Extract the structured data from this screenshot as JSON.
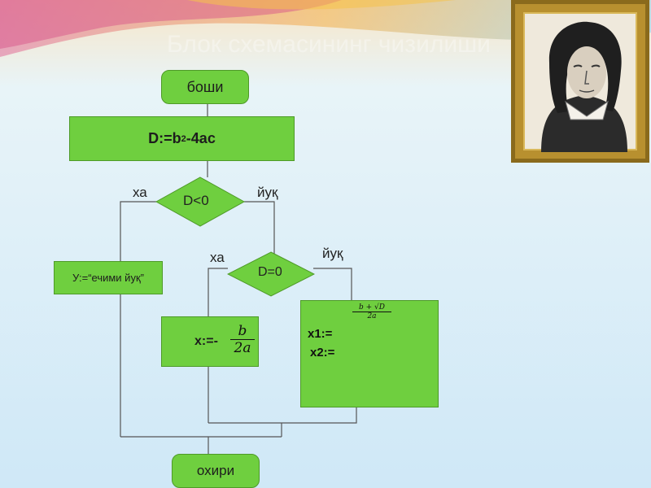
{
  "slide": {
    "title": "Блок схемасининг чизилиши"
  },
  "flowchart": {
    "start": "боши",
    "compute": {
      "prefix": "D:=b",
      "sup": "2",
      "suffix": "-4ac"
    },
    "decision1": "D<0",
    "decision1_yes": "ха",
    "decision1_no": "йуқ",
    "no_solution": "У:=“ечими йуқ”",
    "decision2": "D=0",
    "decision2_yes": "ха",
    "decision2_no": "йуқ",
    "single_root": {
      "label": "x:=-",
      "numerator": "b",
      "denominator": "2a"
    },
    "two_roots": {
      "x1": "x1:=",
      "x2": "x2:=",
      "numerator": "b + √D",
      "denominator": "2a"
    },
    "end": "охири"
  },
  "portrait": {
    "icon": "portrait-icon"
  },
  "colors": {
    "node_fill": "#6fcf3f",
    "node_border": "#4e9a28",
    "line": "#444444",
    "background": "#d8ecf8"
  }
}
